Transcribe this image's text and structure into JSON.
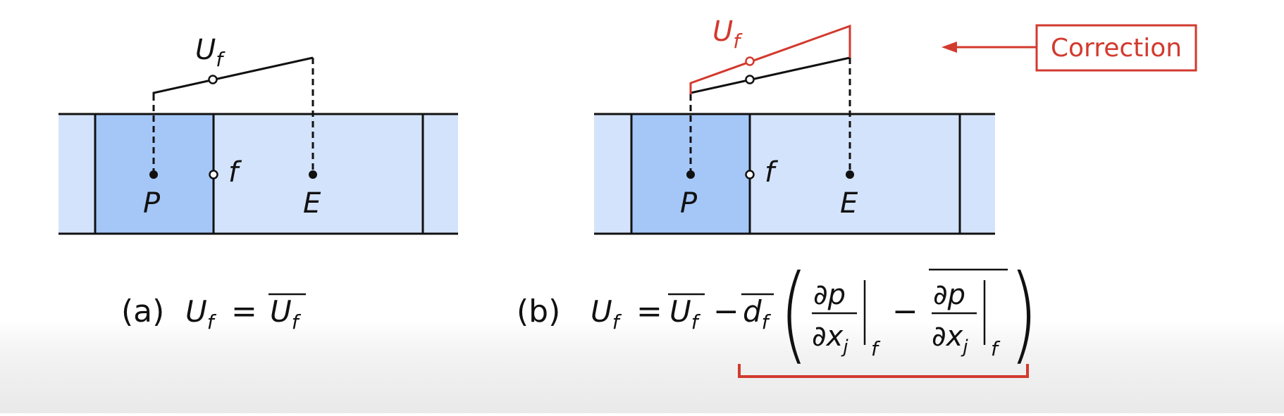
{
  "colors": {
    "cell_light": "#d3e3fb",
    "cell_dark": "#a5c7f8",
    "ink": "#111111",
    "correction": "#d23a2e"
  },
  "diagram_a": {
    "uf_label": {
      "main": "U",
      "sub": "f"
    },
    "face_label": "f",
    "node_p": "P",
    "node_e": "E",
    "caption": "(a)",
    "equation": {
      "lhs_main": "U",
      "lhs_sub": "f",
      "eq": "=",
      "rhs_main": "U",
      "rhs_sub": "f"
    }
  },
  "diagram_b": {
    "uf_label": {
      "main": "U",
      "sub": "f"
    },
    "face_label": "f",
    "node_p": "P",
    "node_e": "E",
    "caption": "(b)",
    "equation": {
      "lhs_main": "U",
      "lhs_sub": "f",
      "eq": "=",
      "ubar_main": "U",
      "ubar_sub": "f",
      "minus": "−",
      "d_main": "d",
      "d_sub": "f",
      "lparen": "(",
      "rparen": ")",
      "frac_num": "∂p",
      "frac_den_main": "∂x",
      "frac_den_sub": "j",
      "eval_sub": "f",
      "inner_minus": "−"
    }
  },
  "correction_callout": {
    "label": "Correction"
  }
}
